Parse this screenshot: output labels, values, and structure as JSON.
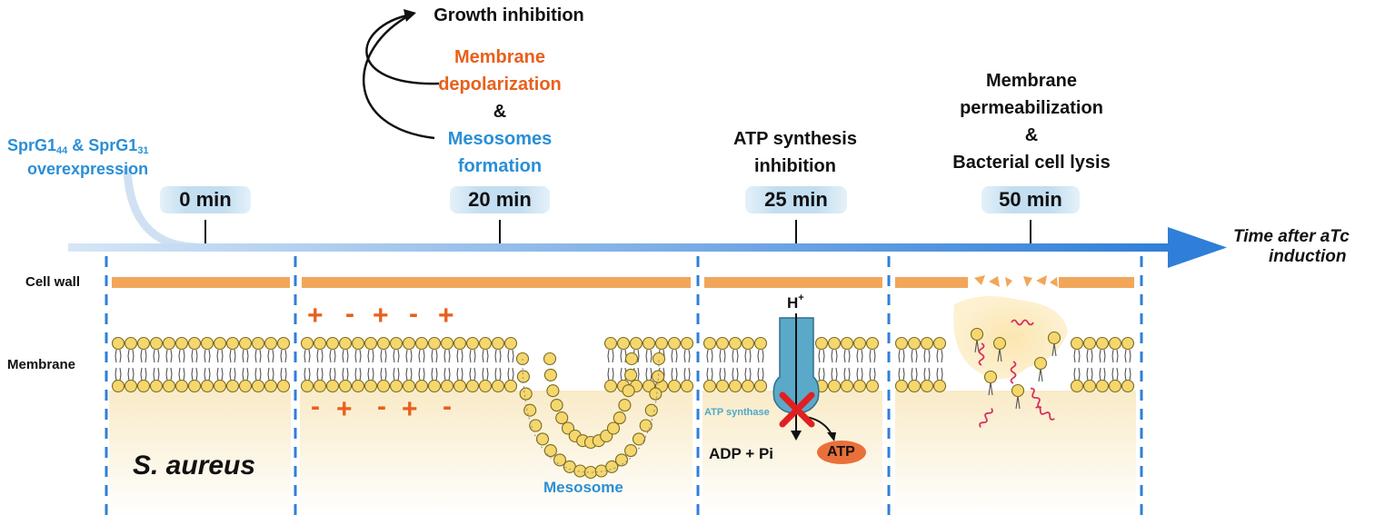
{
  "induction": {
    "label_part1": "SprG1",
    "sub1": "44",
    "label_amp": " & SprG1",
    "sub2": "31",
    "label_line2": "overexpression"
  },
  "time_axis": {
    "label_line1": "Time after aTc",
    "label_line2": "induction"
  },
  "timepoints": [
    {
      "time": "0 min"
    },
    {
      "time": "20 min"
    },
    {
      "time": "25 min"
    },
    {
      "time": "50 min"
    }
  ],
  "events": {
    "growth_inhibition": "Growth inhibition",
    "depolarization_line1": "Membrane",
    "depolarization_line2": "depolarization",
    "ampersand": "&",
    "mesosomes_line1": "Mesosomes",
    "mesosomes_line2": "formation",
    "atp_line1": "ATP synthesis",
    "atp_line2": "inhibition",
    "perm_line1": "Membrane",
    "perm_line2": "permeabilization",
    "perm_amp": "&",
    "perm_line3": "Bacterial cell lysis"
  },
  "row_labels": {
    "cell_wall": "Cell wall",
    "membrane": "Membrane"
  },
  "panel_labels": {
    "organism": "S. aureus",
    "mesosome": "Mesosome",
    "proton": "H",
    "proton_charge": "+",
    "atp_synthase": "ATP synthase",
    "adp_pi": "ADP + Pi",
    "atp": "ATP"
  },
  "charges": {
    "outer": [
      "+",
      "-",
      "+",
      "-",
      "+"
    ],
    "inner": [
      "-",
      "+",
      "-",
      "+",
      "-"
    ]
  },
  "colors": {
    "cell_wall": "#f2a65a",
    "lipid_head": "#f5d76e",
    "lipid_outline": "#7a6a20",
    "arrow_blue": "#2f7fd8",
    "atp_synthase": "#5aa9c9",
    "inhibit_red": "#e02020",
    "charge_orange": "#e8601c",
    "mesosome_blue": "#2a8fd6",
    "cytoplasm": "#fbf1d6",
    "rna_squiggle": "#d83060"
  }
}
